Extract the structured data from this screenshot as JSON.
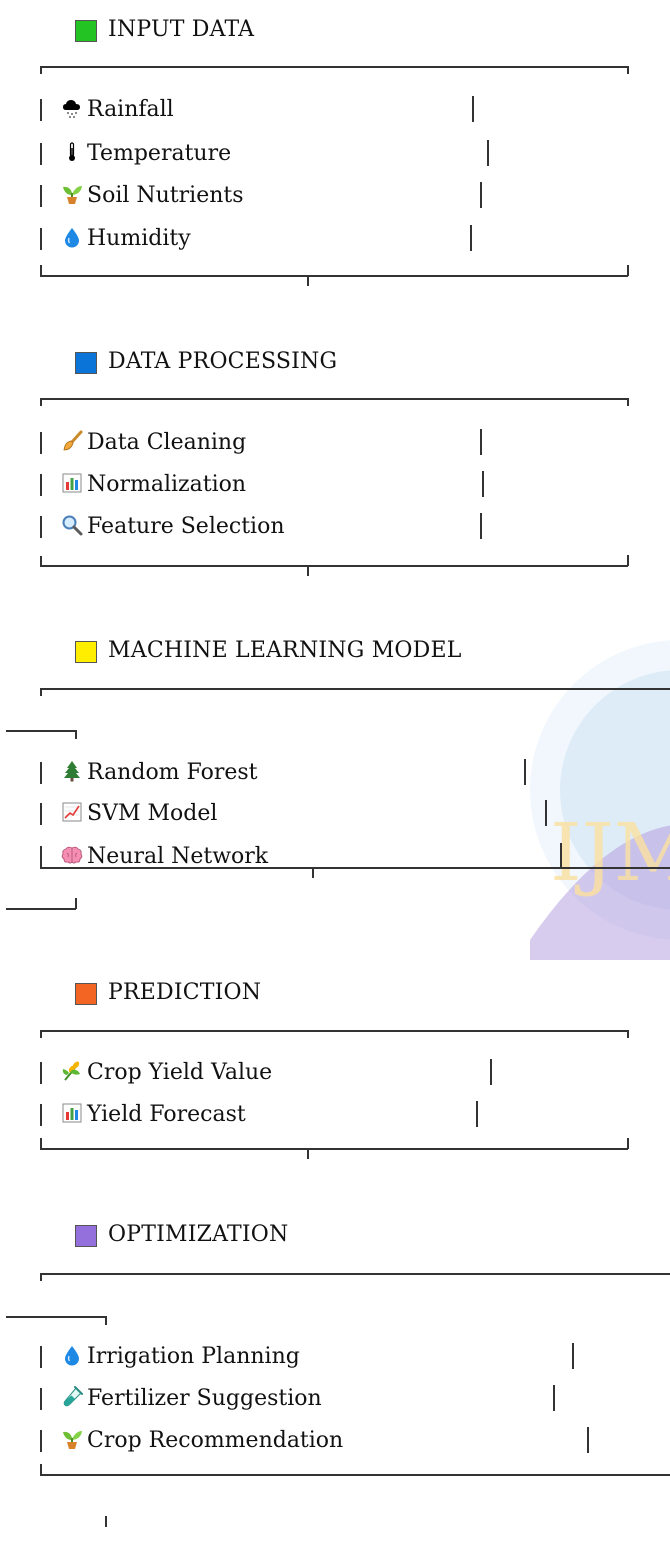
{
  "sections": [
    {
      "title": "INPUT DATA",
      "color": "#22c322",
      "items": [
        {
          "icon": "rain-cloud-icon",
          "label": "Rainfall"
        },
        {
          "icon": "thermometer-icon",
          "label": "Temperature"
        },
        {
          "icon": "seedling-icon",
          "label": "Soil Nutrients"
        },
        {
          "icon": "water-drop-icon",
          "label": "Humidity"
        }
      ]
    },
    {
      "title": "DATA PROCESSING",
      "color": "#0b74d8",
      "items": [
        {
          "icon": "paintbrush-icon",
          "label": "Data Cleaning"
        },
        {
          "icon": "bar-chart-icon",
          "label": "Normalization"
        },
        {
          "icon": "magnifier-icon",
          "label": "Feature Selection"
        }
      ]
    },
    {
      "title": "MACHINE LEARNING MODEL",
      "color": "#ffee00",
      "items": [
        {
          "icon": "tree-icon",
          "label": "Random Forest"
        },
        {
          "icon": "line-chart-icon",
          "label": "SVM Model"
        },
        {
          "icon": "brain-icon",
          "label": "Neural Network"
        }
      ]
    },
    {
      "title": "PREDICTION",
      "color": "#f26522",
      "items": [
        {
          "icon": "wheat-icon",
          "label": "Crop Yield Value"
        },
        {
          "icon": "bar-chart-icon",
          "label": "Yield Forecast"
        }
      ]
    },
    {
      "title": "OPTIMIZATION",
      "color": "#9370db",
      "items": [
        {
          "icon": "water-drop-icon",
          "label": "Irrigation Planning"
        },
        {
          "icon": "test-tube-icon",
          "label": "Fertilizer Suggestion"
        },
        {
          "icon": "seedling-icon",
          "label": "Crop Recommendation"
        }
      ]
    }
  ]
}
